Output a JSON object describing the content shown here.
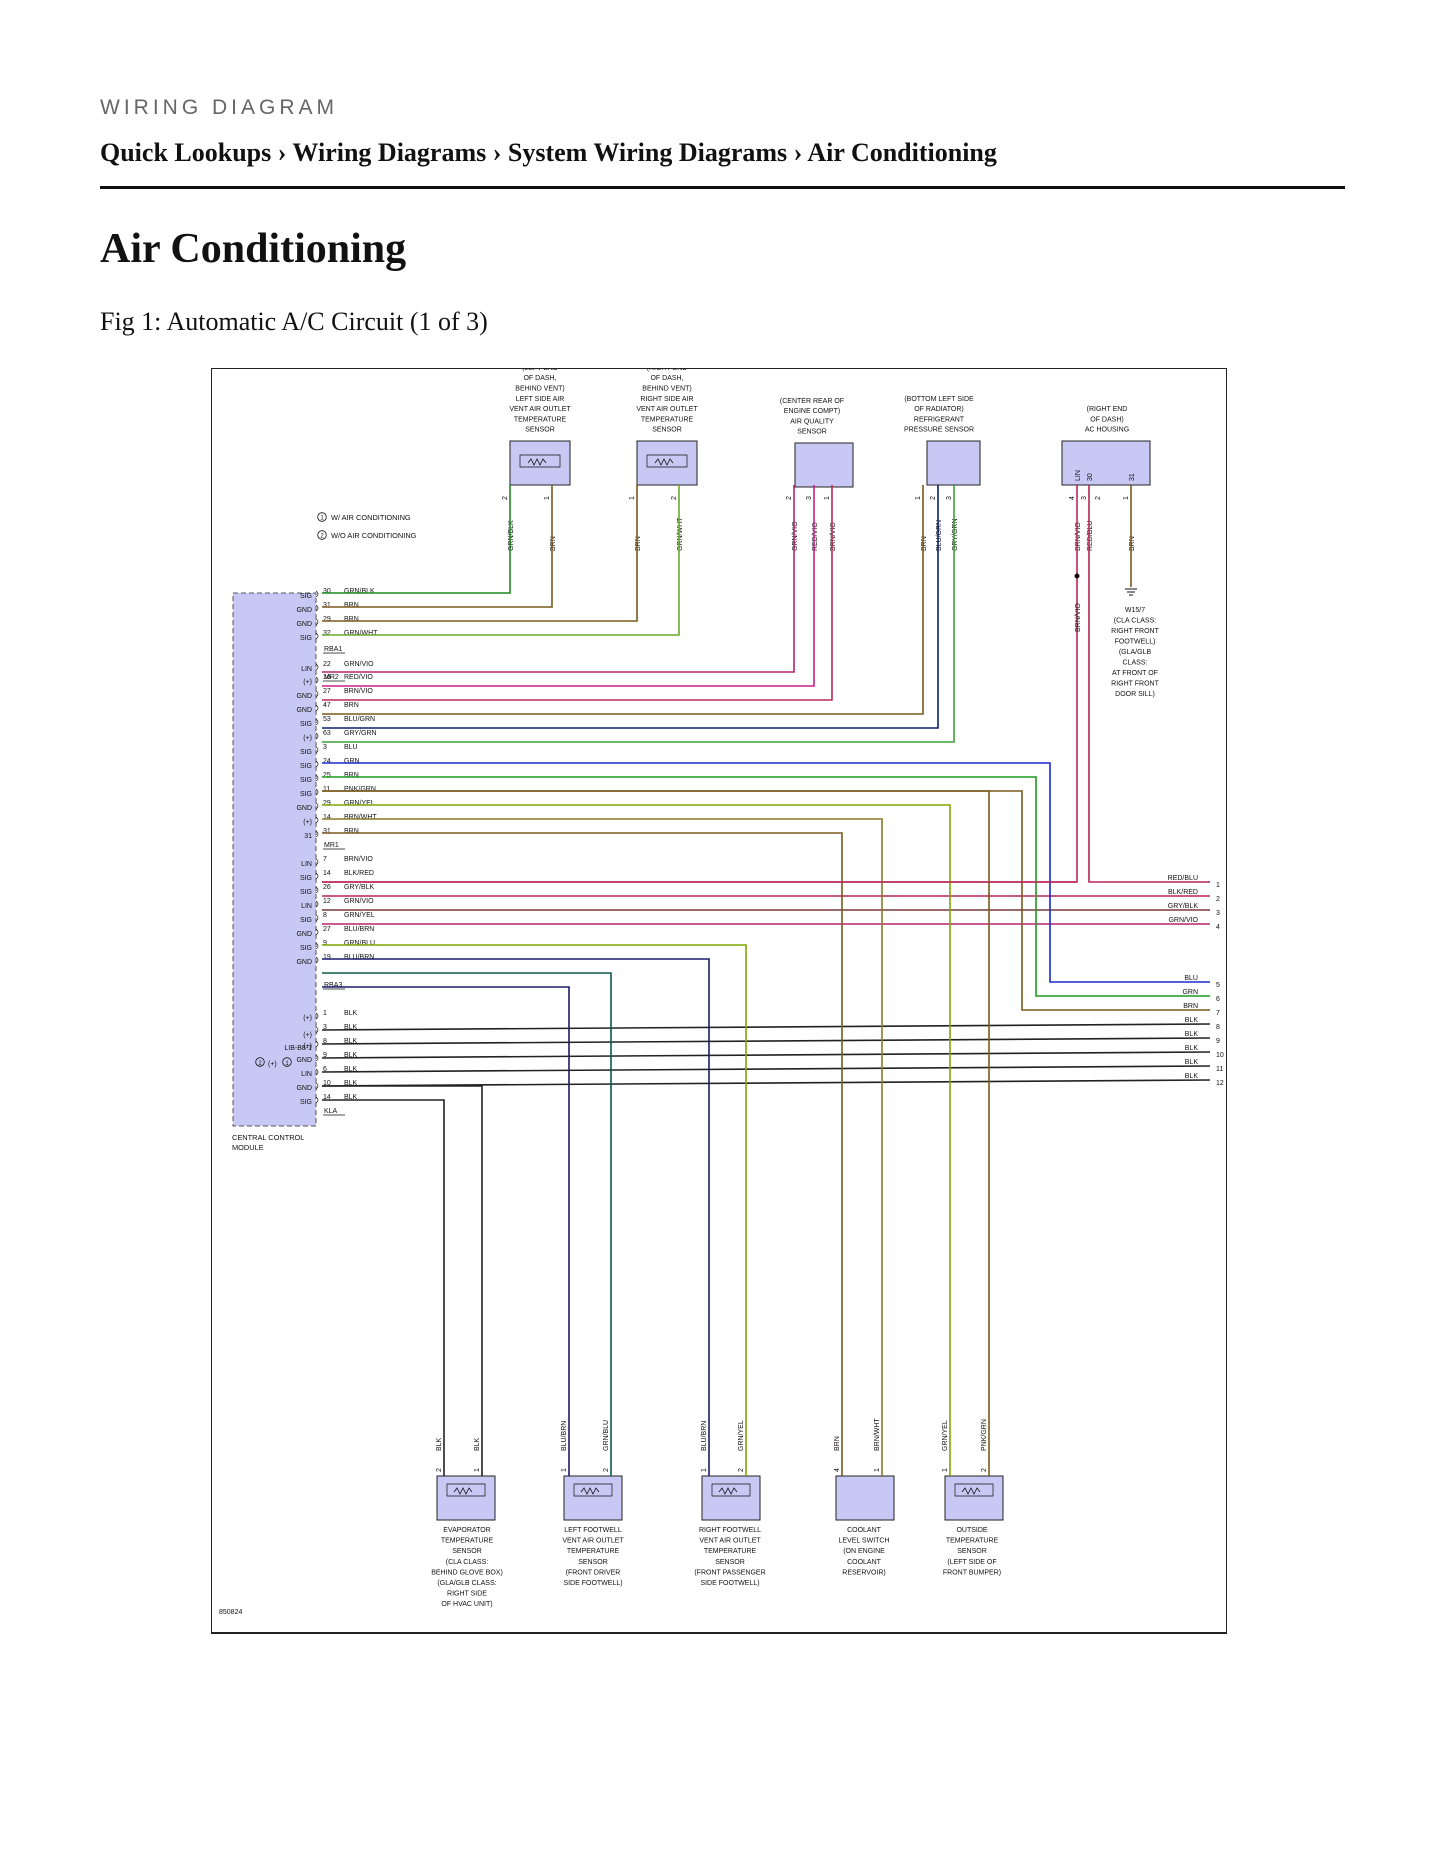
{
  "header": {
    "kicker": "WIRING DIAGRAM",
    "breadcrumb": "Quick Lookups › Wiring Diagrams › System Wiring Diagrams › Air Conditioning",
    "title": "Air Conditioning",
    "figure_caption": "Fig 1: Automatic A/C Circuit (1 of 3)"
  },
  "legend": [
    {
      "mark": "1",
      "text": "W/ AIR CONDITIONING"
    },
    {
      "mark": "2",
      "text": "W/O AIR CONDITIONING"
    }
  ],
  "module": {
    "labels": [
      "CENTRAL CONTROL",
      "MODULE"
    ],
    "lib_label": "LIB-B8-1",
    "lib_mark": "(+)"
  },
  "connectors": [
    "RBA1",
    "MR2",
    "MR1",
    "RBA3",
    "KLA"
  ],
  "pins": [
    {
      "side": "SIG",
      "pin": "30",
      "wire": "GRN/BLK"
    },
    {
      "side": "GND",
      "pin": "31",
      "wire": "BRN"
    },
    {
      "side": "GND",
      "pin": "29",
      "wire": "BRN"
    },
    {
      "side": "SIG",
      "pin": "32",
      "wire": "GRN/WHT"
    },
    {
      "side": "LIN",
      "pin": "22",
      "wire": "GRN/VIO"
    },
    {
      "side": "(+)",
      "pin": "16",
      "wire": "RED/VIO"
    },
    {
      "side": "GND",
      "pin": "27",
      "wire": "BRN/VIO"
    },
    {
      "side": "GND",
      "pin": "47",
      "wire": "BRN"
    },
    {
      "side": "SIG",
      "pin": "53",
      "wire": "BLU/GRN"
    },
    {
      "side": "(+)",
      "pin": "63",
      "wire": "GRY/GRN"
    },
    {
      "side": "SIG",
      "pin": "3",
      "wire": "BLU"
    },
    {
      "side": "SIG",
      "pin": "24",
      "wire": "GRN"
    },
    {
      "side": "SIG",
      "pin": "25",
      "wire": "BRN"
    },
    {
      "side": "SIG",
      "pin": "11",
      "wire": "PNK/GRN"
    },
    {
      "side": "GND",
      "pin": "29",
      "wire": "GRN/YEL"
    },
    {
      "side": "(+)",
      "pin": "14",
      "wire": "BRN/WHT"
    },
    {
      "side": "31",
      "pin": "31",
      "wire": "BRN"
    },
    {
      "side": "LIN",
      "pin": "7",
      "wire": "BRN/VIO"
    },
    {
      "side": "SIG",
      "pin": "14",
      "wire": "BLK/RED"
    },
    {
      "side": "SIG",
      "pin": "26",
      "wire": "GRY/BLK"
    },
    {
      "side": "LIN",
      "pin": "12",
      "wire": "GRN/VIO"
    },
    {
      "side": "SIG",
      "pin": "8",
      "wire": "GRN/YEL"
    },
    {
      "side": "GND",
      "pin": "27",
      "wire": "BLU/BRN"
    },
    {
      "side": "SIG",
      "pin": "9",
      "wire": "GRN/BLU"
    },
    {
      "side": "GND",
      "pin": "19",
      "wire": "BLU/BRN"
    },
    {
      "side": "(+)",
      "pin": "1",
      "wire": "BLK"
    },
    {
      "side": "",
      "pin": "3",
      "wire": "BLK"
    },
    {
      "side": "(+)",
      "pin": "8",
      "wire": "BLK"
    },
    {
      "side": "GND",
      "pin": "9",
      "wire": "BLK"
    },
    {
      "side": "LIN",
      "pin": "6",
      "wire": "BLK"
    },
    {
      "side": "GND",
      "pin": "10",
      "wire": "BLK"
    },
    {
      "side": "SIG",
      "pin": "14",
      "wire": "BLK"
    }
  ],
  "right_side": [
    {
      "wire": "RED/BLU",
      "n": "1"
    },
    {
      "wire": "BLK/RED",
      "n": "2"
    },
    {
      "wire": "GRY/BLK",
      "n": "3"
    },
    {
      "wire": "GRN/VIO",
      "n": "4"
    },
    {
      "wire": "BLU",
      "n": "5"
    },
    {
      "wire": "GRN",
      "n": "6"
    },
    {
      "wire": "BRN",
      "n": "7"
    },
    {
      "wire": "BLK",
      "n": "8"
    },
    {
      "wire": "BLK",
      "n": "9"
    },
    {
      "wire": "BLK",
      "n": "10"
    },
    {
      "wire": "BLK",
      "n": "11"
    },
    {
      "wire": "BLK",
      "n": "12"
    }
  ],
  "top_components": [
    {
      "label": [
        "(LEFT END",
        "OF DASH,",
        "BEHIND VENT)",
        "LEFT SIDE AIR",
        "VENT AIR OUTLET",
        "TEMPERATURE",
        "SENSOR"
      ],
      "pins": [
        {
          "n": "2",
          "wire": "GRN/BLK"
        },
        {
          "n": "1",
          "wire": "BRN"
        }
      ]
    },
    {
      "label": [
        "(RIGHT END",
        "OF DASH,",
        "BEHIND VENT)",
        "RIGHT SIDE AIR",
        "VENT AIR OUTLET",
        "TEMPERATURE",
        "SENSOR"
      ],
      "pins": [
        {
          "n": "1",
          "wire": "BRN"
        },
        {
          "n": "2",
          "wire": "GRN/WHT"
        }
      ]
    },
    {
      "label": [
        "(CENTER REAR OF",
        "ENGINE COMPT)",
        "AIR QUALITY",
        "SENSOR"
      ],
      "pins": [
        {
          "n": "2",
          "wire": "GRN/VIO"
        },
        {
          "n": "3",
          "wire": "RED/VIO"
        },
        {
          "n": "1",
          "wire": "BRN/VIO"
        }
      ]
    },
    {
      "label": [
        "(BOTTOM LEFT SIDE",
        "OF RADIATOR)",
        "REFRIGERANT",
        "PRESSURE SENSOR"
      ],
      "pins": [
        {
          "n": "1",
          "wire": "BRN"
        },
        {
          "n": "2",
          "wire": "BLU/GRN"
        },
        {
          "n": "3",
          "wire": "GRY/GRN"
        }
      ]
    },
    {
      "label": [
        "(RIGHT END",
        "OF DASH)",
        "AC HOUSING"
      ],
      "pins": [
        {
          "n": "4",
          "wire": "BRN/VIO",
          "inner": "LIN"
        },
        {
          "n": "3",
          "wire": "RED/BLU",
          "inner": "30"
        },
        {
          "n": "2",
          "wire": "",
          "inner": ""
        },
        {
          "n": "1",
          "wire": "BRN",
          "inner": "31"
        }
      ]
    }
  ],
  "ground": {
    "label": [
      "W15/7",
      "(CLA CLASS:",
      "RIGHT FRONT",
      "FOOTWELL)",
      "(GLA/GLB",
      "CLASS:",
      "AT FRONT OF",
      "RIGHT FRONT",
      "DOOR SILL)"
    ],
    "wire": "BRN/VIO"
  },
  "bottom_components": [
    {
      "label": [
        "EVAPORATOR",
        "TEMPERATURE",
        "SENSOR",
        "(CLA CLASS:",
        "BEHIND GLOVE BOX)",
        "(GLA/GLB CLASS:",
        "RIGHT SIDE",
        "OF HVAC UNIT)"
      ],
      "pins": [
        {
          "n": "2",
          "wire": "BLK"
        },
        {
          "n": "1",
          "wire": "BLK"
        }
      ]
    },
    {
      "label": [
        "LEFT FOOTWELL",
        "VENT AIR OUTLET",
        "TEMPERATURE",
        "SENSOR",
        "(FRONT DRIVER",
        "SIDE FOOTWELL)"
      ],
      "pins": [
        {
          "n": "1",
          "wire": "BLU/BRN"
        },
        {
          "n": "2",
          "wire": "GRN/BLU"
        }
      ]
    },
    {
      "label": [
        "RIGHT FOOTWELL",
        "VENT AIR OUTLET",
        "TEMPERATURE",
        "SENSOR",
        "(FRONT PASSENGER",
        "SIDE FOOTWELL)"
      ],
      "pins": [
        {
          "n": "1",
          "wire": "BLU/BRN"
        },
        {
          "n": "2",
          "wire": "GRN/YEL"
        }
      ]
    },
    {
      "label": [
        "COOLANT",
        "LEVEL SWITCH",
        "(ON ENGINE",
        "COOLANT",
        "RESERVOIR)"
      ],
      "pins": [
        {
          "n": "4",
          "wire": "BRN"
        },
        {
          "n": "1",
          "wire": "BRN/WHT"
        }
      ]
    },
    {
      "label": [
        "OUTSIDE",
        "TEMPERATURE",
        "SENSOR",
        "(LEFT SIDE OF",
        "FRONT BUMPER)"
      ],
      "pins": [
        {
          "n": "1",
          "wire": "GRN/YEL"
        },
        {
          "n": "2",
          "wire": "PNK/GRN"
        }
      ]
    }
  ],
  "figure_id": "850824",
  "colors": {
    "module_fill": "#c8c8f5",
    "component_fill": "#c8c8f5",
    "GRN": "#1f9a1f",
    "BRN": "#7a5a1e",
    "BLU": "#1a2bcc",
    "VIO": "#cc1f8a",
    "RED": "#c81e5a",
    "YEL": "#a6c000",
    "GRY": "#888888",
    "BLK": "#222222",
    "PNK": "#d36b9b",
    "WHT": "#b8b8b8"
  }
}
